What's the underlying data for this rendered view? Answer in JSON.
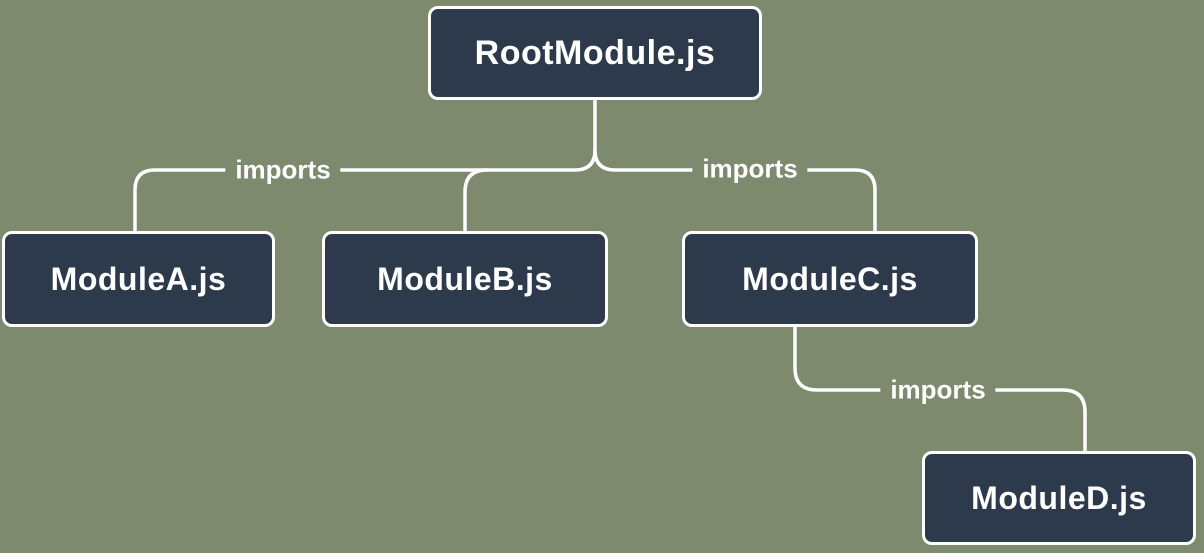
{
  "diagram": {
    "title": "module-import-tree",
    "colors": {
      "background": "#7D8A6E",
      "node_fill": "#2D3A4B",
      "node_border": "#FFFFFF",
      "node_text": "#FFFFFF",
      "connector": "#FFFFFF",
      "edge_label_text": "#FFFFFF"
    },
    "nodes": {
      "root": {
        "label": "RootModule.js"
      },
      "module_a": {
        "label": "ModuleA.js"
      },
      "module_b": {
        "label": "ModuleB.js"
      },
      "module_c": {
        "label": "ModuleC.js"
      },
      "module_d": {
        "label": "ModuleD.js"
      }
    },
    "edges": [
      {
        "from": "RootModule.js",
        "to": "ModuleA.js",
        "label": "imports"
      },
      {
        "from": "RootModule.js",
        "to": "ModuleB.js",
        "label": ""
      },
      {
        "from": "RootModule.js",
        "to": "ModuleC.js",
        "label": "imports"
      },
      {
        "from": "ModuleC.js",
        "to": "ModuleD.js",
        "label": "imports"
      }
    ],
    "edge_labels": {
      "root_to_a": "imports",
      "root_to_c": "imports",
      "c_to_d": "imports"
    }
  }
}
